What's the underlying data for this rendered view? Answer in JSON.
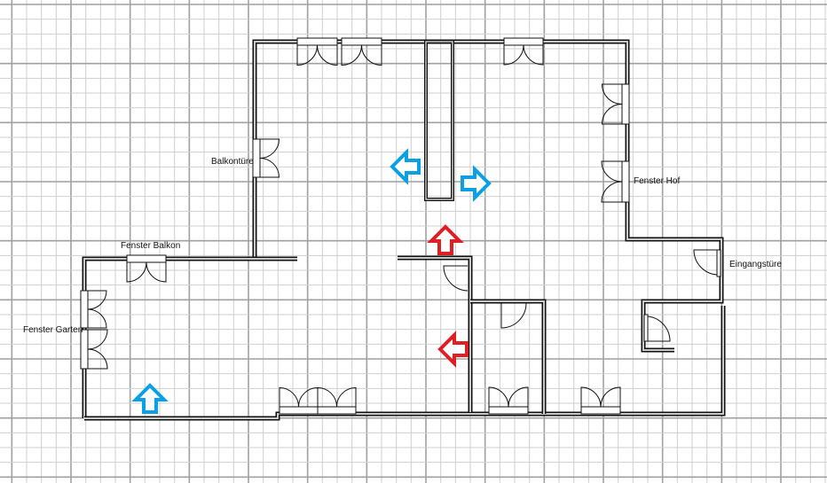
{
  "labels": {
    "balkontuere": "Balkontüre",
    "fenster_balkon": "Fenster Balkon",
    "fenster_garten": "Fenster Garten",
    "fenster_hof": "Fenster Hof",
    "eingangstuere": "Eingangstüre"
  },
  "colors": {
    "wall": "#111111",
    "wall_fill": "#c8c8c8",
    "grid_minor": "#cfcfcf",
    "grid_major": "#a0a0a0",
    "arrow_blue": "#0aa0e6",
    "arrow_red": "#e01e24"
  }
}
